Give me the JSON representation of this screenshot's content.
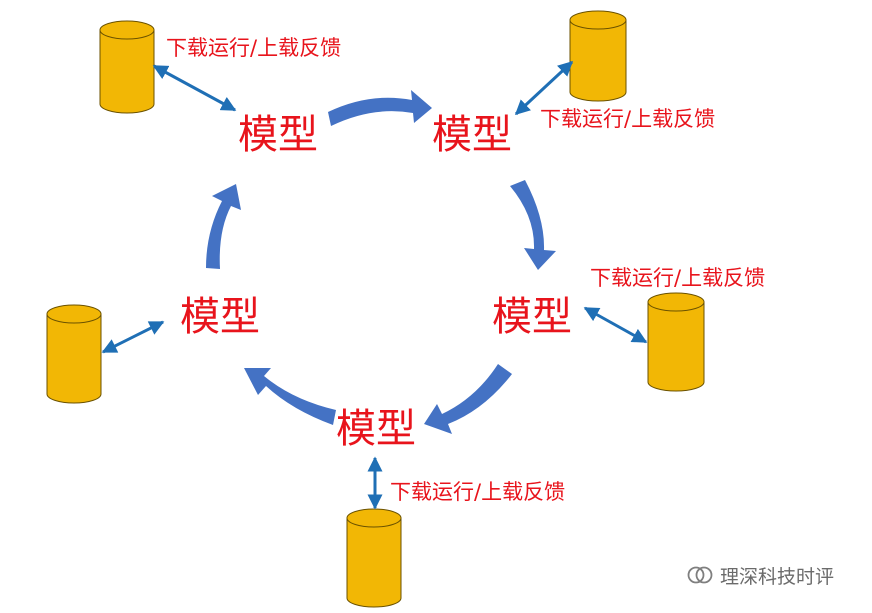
{
  "diagram": {
    "nodes": [
      {
        "id": "top-left",
        "label": "模型"
      },
      {
        "id": "top-right",
        "label": "模型"
      },
      {
        "id": "right",
        "label": "模型"
      },
      {
        "id": "bottom",
        "label": "模型"
      },
      {
        "id": "left",
        "label": "模型"
      }
    ],
    "cycle_edges": [
      {
        "from": "top-left",
        "to": "top-right"
      },
      {
        "from": "top-right",
        "to": "right"
      },
      {
        "from": "right",
        "to": "bottom"
      },
      {
        "from": "bottom",
        "to": "left"
      },
      {
        "from": "left",
        "to": "top-left"
      }
    ],
    "databases": [
      {
        "node": "top-left",
        "edge_label": "下载运行/上载反馈",
        "direction": "bidirectional"
      },
      {
        "node": "top-right",
        "edge_label": "下载运行/上载反馈",
        "direction": "bidirectional"
      },
      {
        "node": "right",
        "edge_label": "下载运行/上载反馈",
        "direction": "bidirectional"
      },
      {
        "node": "bottom",
        "edge_label": "下载运行/上载反馈",
        "direction": "bidirectional"
      },
      {
        "node": "left",
        "edge_label": "",
        "direction": "bidirectional"
      }
    ]
  },
  "watermark": {
    "text": "理深科技时评",
    "icon": "wechat-official-account-icon"
  },
  "colors": {
    "model_text": "#e8141c",
    "cycle_arrow": "#4472c4",
    "link_arrow": "#1f6fb5",
    "database_fill": "#f2b705",
    "database_stroke": "#6b5200",
    "watermark": "#7f7f7f"
  }
}
